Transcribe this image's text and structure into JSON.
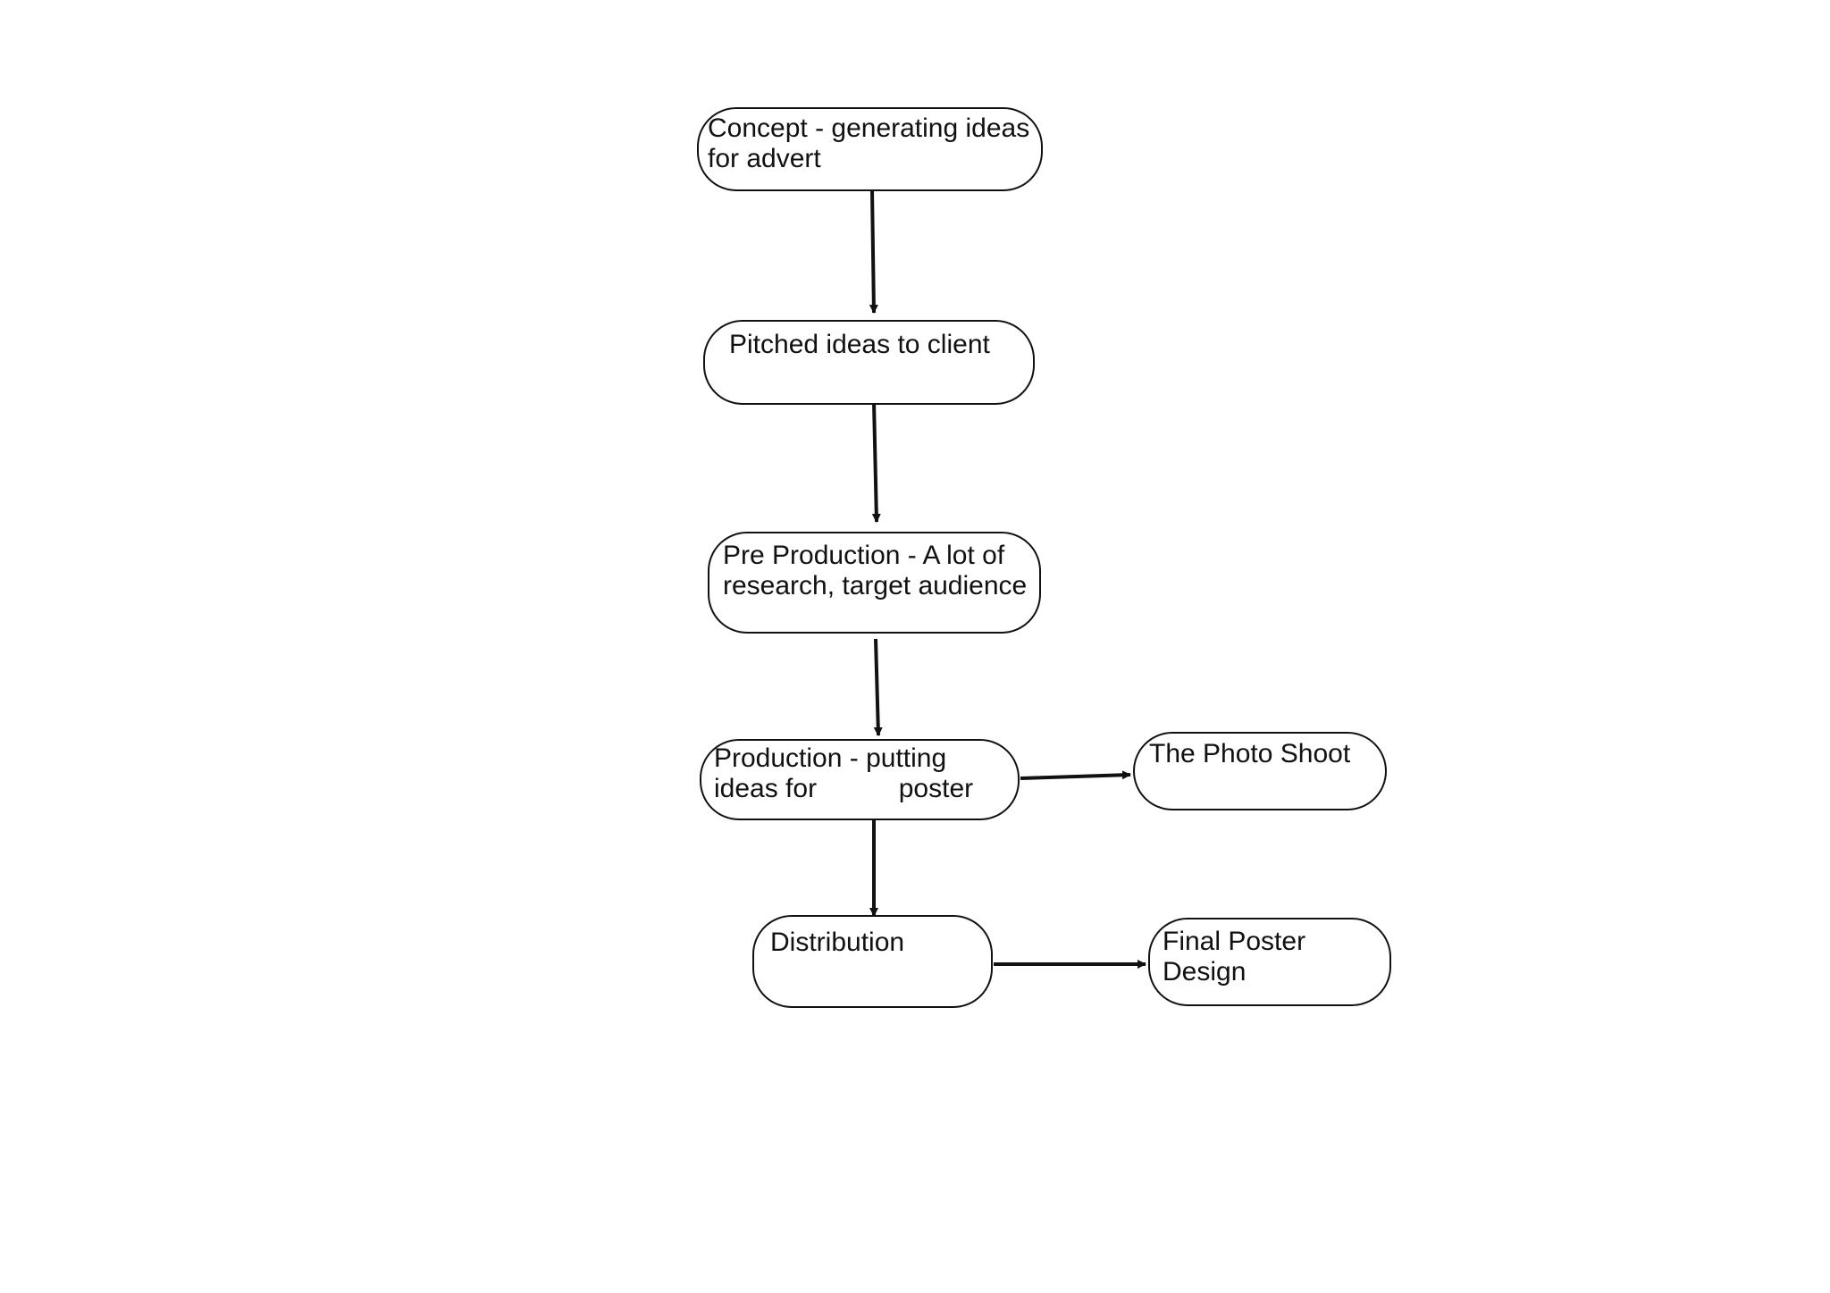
{
  "diagram": {
    "nodes": {
      "concept": "Concept - generating ideas\nfor advert",
      "pitched": "Pitched ideas to client",
      "preproduction": "Pre Production - A lot of\nresearch, target audience",
      "production": "Production - putting\nideas for           poster",
      "photoshoot": "The Photo Shoot",
      "distribution": "Distribution",
      "finalposter": "Final Poster\nDesign"
    },
    "edges": [
      {
        "from": "concept",
        "to": "pitched"
      },
      {
        "from": "pitched",
        "to": "preproduction"
      },
      {
        "from": "preproduction",
        "to": "production"
      },
      {
        "from": "production",
        "to": "photoshoot"
      },
      {
        "from": "production",
        "to": "distribution"
      },
      {
        "from": "distribution",
        "to": "finalposter"
      }
    ],
    "colors": {
      "stroke": "#111111",
      "background": "#ffffff"
    }
  }
}
